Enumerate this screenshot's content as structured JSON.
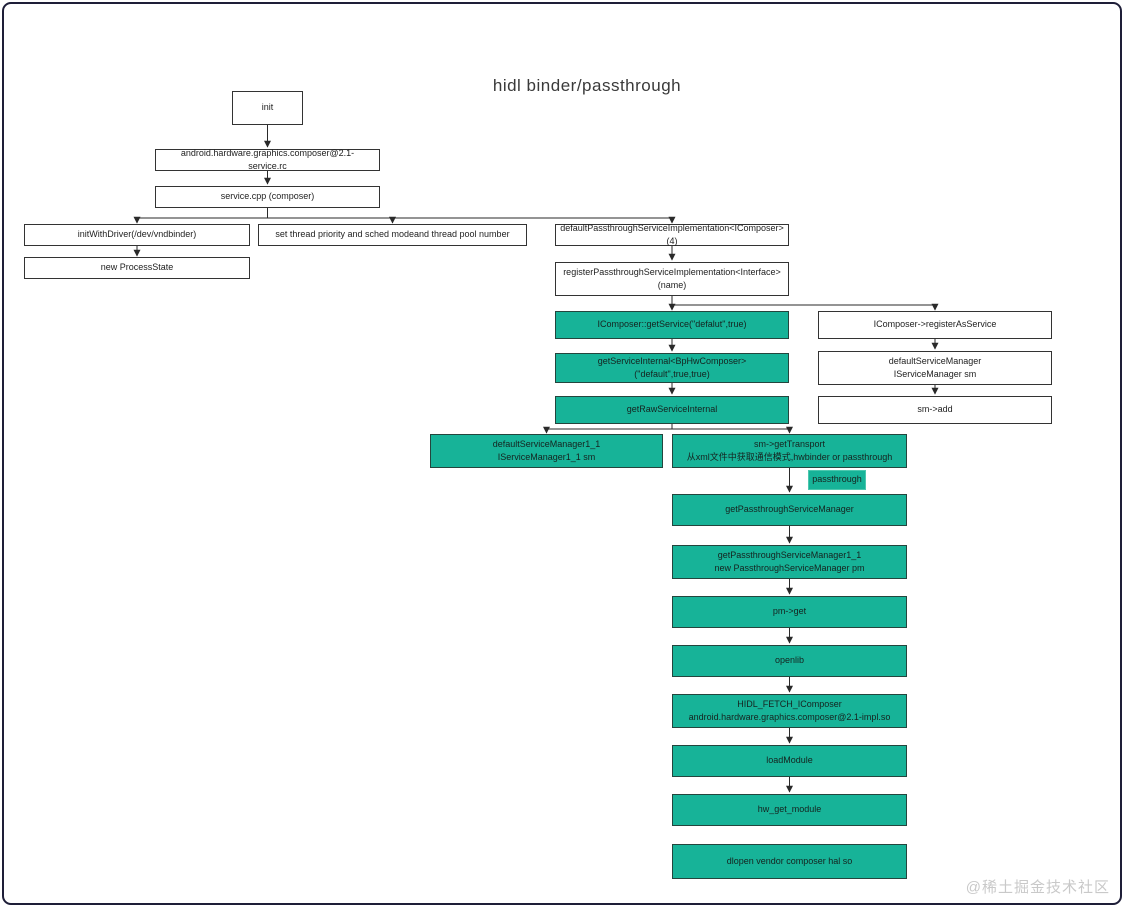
{
  "title": "hidl binder/passthrough",
  "watermark": "@稀土掘金技术社区",
  "colors": {
    "highlight": "#17b398",
    "arrow": "#2a2a2a",
    "border": "#333333"
  },
  "nodes": {
    "init": {
      "label": "init"
    },
    "rc_file": {
      "label": "android.hardware.graphics.composer@2.1-service.rc"
    },
    "service_cpp": {
      "label": "service.cpp (composer)"
    },
    "init_with_driver": {
      "label": "initWithDriver(/dev/vndbinder)"
    },
    "set_thread_priority": {
      "label": "set thread priority and sched modeand thread pool number"
    },
    "default_passthrough_impl": {
      "label": "defaultPassthroughServiceImplementation<IComposer>(4)"
    },
    "new_process_state": {
      "label": "new ProcessState"
    },
    "register_passthrough_impl": {
      "label": "registerPassthroughServiceImplementation<Interface>  (name)"
    },
    "icomposer_get_service": {
      "label": "IComposer::getService(\"defalut\",true)"
    },
    "icomposer_register_as_service": {
      "label": "IComposer->registerAsService"
    },
    "get_service_internal": {
      "label": "getServiceInternal<BpHwComposer> (\"default\",true,true)"
    },
    "default_service_manager": {
      "label": "defaultServiceManager",
      "label2": "IServiceManager sm"
    },
    "get_raw_service_internal": {
      "label": "getRawServiceInternal"
    },
    "sm_add": {
      "label": "sm->add"
    },
    "default_service_manager1_1": {
      "label": "defaultServiceManager1_1",
      "label2": "IServiceManager1_1 sm"
    },
    "sm_get_transport": {
      "label": "sm->getTransport",
      "label2": "从xml文件中获取通信模式,hwbinder or passthrough"
    },
    "passthrough_tag": {
      "label": "passthrough"
    },
    "get_passthrough_service_manager": {
      "label": "getPassthroughServiceManager"
    },
    "get_passthrough_service_manager1_1": {
      "label": "getPassthroughServiceManager1_1",
      "label2": "new PassthroughServiceManager pm"
    },
    "pm_get": {
      "label": "pm->get"
    },
    "openlib": {
      "label": "openlib"
    },
    "hidl_fetch_icomposer": {
      "label": "HIDL_FETCH_IComposer",
      "label2": "android.hardware.graphics.composer@2.1-impl.so"
    },
    "load_module": {
      "label": "loadModule"
    },
    "hw_get_module": {
      "label": "hw_get_module"
    },
    "dlopen_vendor": {
      "label": "dlopen vendor composer hal so"
    }
  }
}
